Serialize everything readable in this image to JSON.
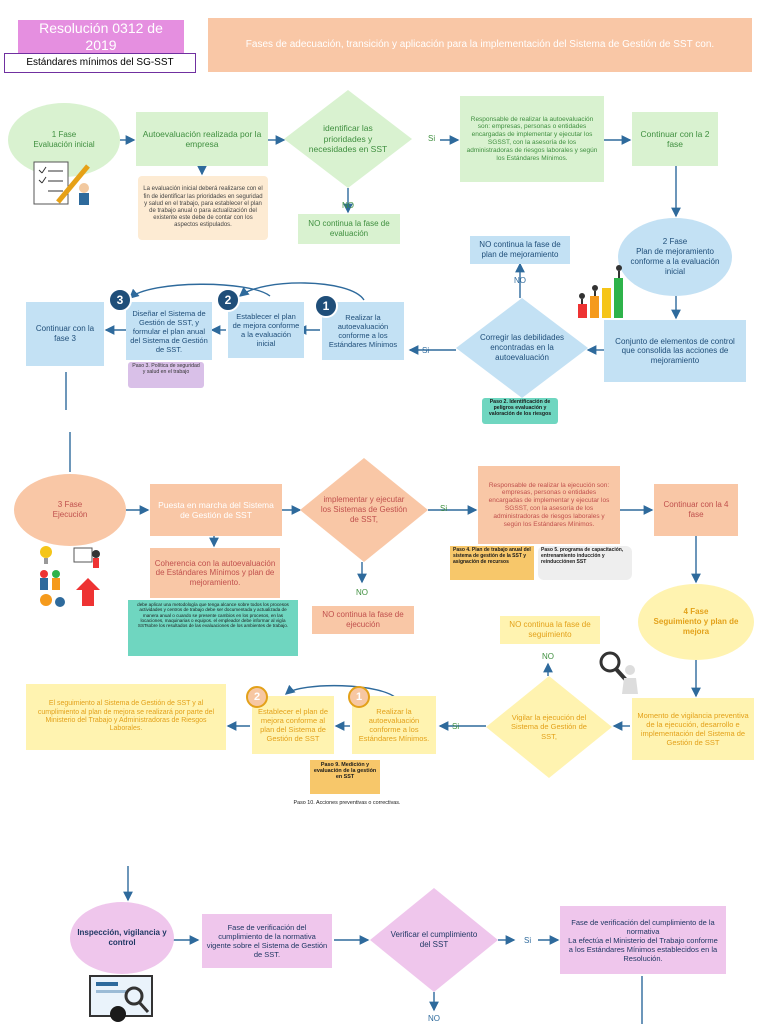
{
  "header": {
    "title": "Resolución 0312 de 2019",
    "subtitle": "Estándares mínimos del SG-SST",
    "banner": "Fases de adecuación, transición y aplicación para la implementación del Sistema de Gestión de SST con."
  },
  "phase1": {
    "start": "1 Fase\nEvaluación inicial",
    "self_eval": "Autoevaluación realizada por la empresa",
    "decision": "identificar las prioridades y necesidades en SST",
    "yes": "Si",
    "no": "NO",
    "responsible": "Responsable de realizar la autoevaluación son: empresas, personas o entidades encargadas de implementar y ejecutar los SGSST, con la asesoría de los administradoras de riesgos laborales y según los Estándares Mínimos.",
    "continue": "Continuar con la 2 fase",
    "note": "La evaluación inicial deberá realizarse con el fin de identificar las prioridades en seguridad y salud en el trabajo, para establecer el plan de trabajo anual o para actualización del existente este debe de contar con los aspectos estipulados.",
    "no_continue": "NO continua la fase de evaluación"
  },
  "phase2": {
    "start": "2 Fase\nPlan de mejoramiento conforme a la evaluación inicial",
    "set": "Conjunto de elementos de control que consolida las acciones de mejoramiento",
    "decision": "Corregir las debilidades encontradas en la autoevaluación",
    "yes": "Si",
    "no": "NO",
    "no_continue": "NO continua la fase de plan de mejoramiento",
    "step2_note": "Paso 2. Identificación de peligros evaluación y valoración de los riesgos",
    "step1": "Realizar la autoevaluación conforme a los Estándares Mínimos",
    "step2": "Establecer el plan de mejora conforme a la evaluación inicial",
    "step3": "Diseñar el Sistema de Gestión de SST, y formular el plan anual del Sistema de Gestión de SST.",
    "step3_note": "Paso 3. Política de seguridad y salud en el trabajo",
    "continue": "Continuar con la fase 3",
    "n1": "1",
    "n2": "2",
    "n3": "3"
  },
  "phase3": {
    "start": "3 Fase\nEjecución",
    "launch": "Puesta en marcha del Sistema de Gestión de SST",
    "decision": "implementar y ejecutar los Sistemas de Gestión de SST,",
    "yes": "Si",
    "no": "NO",
    "responsible": "Responsable de realizar la ejecución son: empresas, personas o entidades encargadas de implementar y ejecutar los SGSST, con la asesoría de los administradoras de riesgos laborales y según los Estándares Mínimos.",
    "continue": "Continuar con la 4 fase",
    "coherence": "Coherencia con la autoevaluación de Estándares Mínimos y plan de mejoramiento.",
    "note": "debe aplicar una metodología que tenga alcance sobre todos los procesos actividades y centros de trabajo debe ser documentada y actualizada de manera anual o cuando se presente cambios en los procesos, en las locaciones, maquinarias o equipos. el empleador debe informar al vigía SSTsobre los resultados de las evaluaciones de los ambientes de trabajo.",
    "no_continue": "NO continua la fase de ejecución",
    "step4": "Paso 4. Plan de trabajo anual del sistema de gestión de la SST y asignación de recursos",
    "step5": "Paso 5. programa de capacitación, entrenamiento inducción y reinducciónen SST"
  },
  "phase4": {
    "start": "4 Fase\nSeguimiento y plan de mejora",
    "moment": "Momento de vigilancia preventiva de la ejecución, desarrollo e implementación del Sistema de Gestión de SST",
    "decision": "Vigilar la ejecución del Sistema de Gestión de SST,",
    "yes": "Si",
    "no": "NO",
    "no_continue": "NO continua la fase de seguimiento",
    "step1": "Realizar la autoevaluación conforme a los Estándares Mínimos.",
    "step2": "Establecer el plan de mejora conforme al plan del Sistema de Gestión de SST",
    "followup": "El seguimiento al Sistema de Gestión de SST y al cumplimiento al plan de mejora se realizará por parte del Ministerio del Trabajo y Administradoras de Riesgos Laborales.",
    "step9": "Paso 9. Medición y evaluación de la gestión en SST",
    "step10": "Paso 10. Acciones preventivas o correctivas.",
    "n1": "1",
    "n2": "2"
  },
  "phase5": {
    "start": "Inspección, vigilancia y control",
    "verify_phase": "Fase de verificación del cumplimiento de la normativa vigente sobre el Sistema de Gestión de SST.",
    "decision": "Verificar el cumplimiento del SST",
    "yes": "Si",
    "no": "NO",
    "result": "Fase de verificación del cumplimiento de la normativa\nLa efectúa el Ministerio del Trabajo conforme a los Estándares Mínimos establecidos en la Resolución."
  },
  "colors": {
    "green": "#d9f2d0",
    "green_text": "#3f8f3f",
    "blue": "#c3e1f4",
    "blue_text": "#1f4e79",
    "salmon": "#f9c7a6",
    "salmon_text": "#c0504d",
    "yellow": "#fff3b0",
    "yellow_text": "#e3a11a",
    "pink": "#efc6ec",
    "pink_text": "#1f3864",
    "teal": "#6fd6c0",
    "arrow": "#2e6a9c"
  },
  "icons": [
    "checklist-pencil-icon",
    "bar-chart-people-icon",
    "teamwork-icon",
    "magnifier-person-icon",
    "laptop-search-icon"
  ]
}
